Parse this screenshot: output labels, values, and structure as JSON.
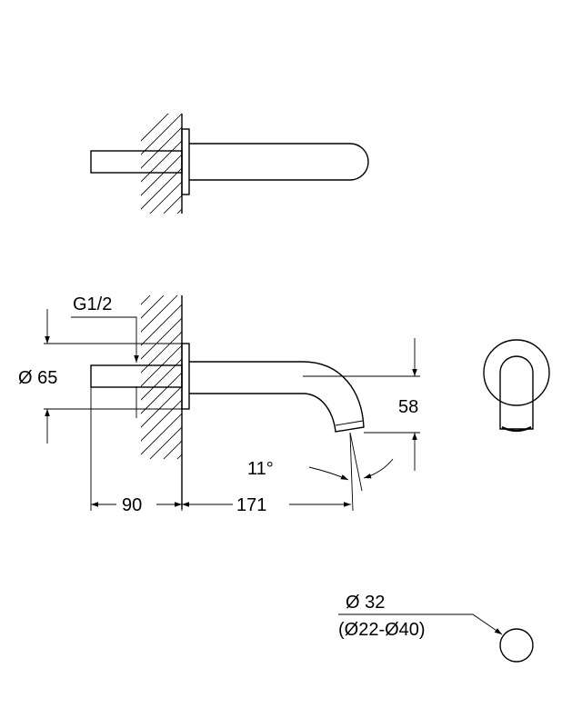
{
  "labels": {
    "thread": "G1/2",
    "rosette_diameter": "Ø 65",
    "projection_height": "58",
    "angle": "11°",
    "wall_depth": "90",
    "spout_length": "171",
    "stream_diameter": "Ø 32",
    "stream_range": "(Ø22-Ø40)"
  }
}
